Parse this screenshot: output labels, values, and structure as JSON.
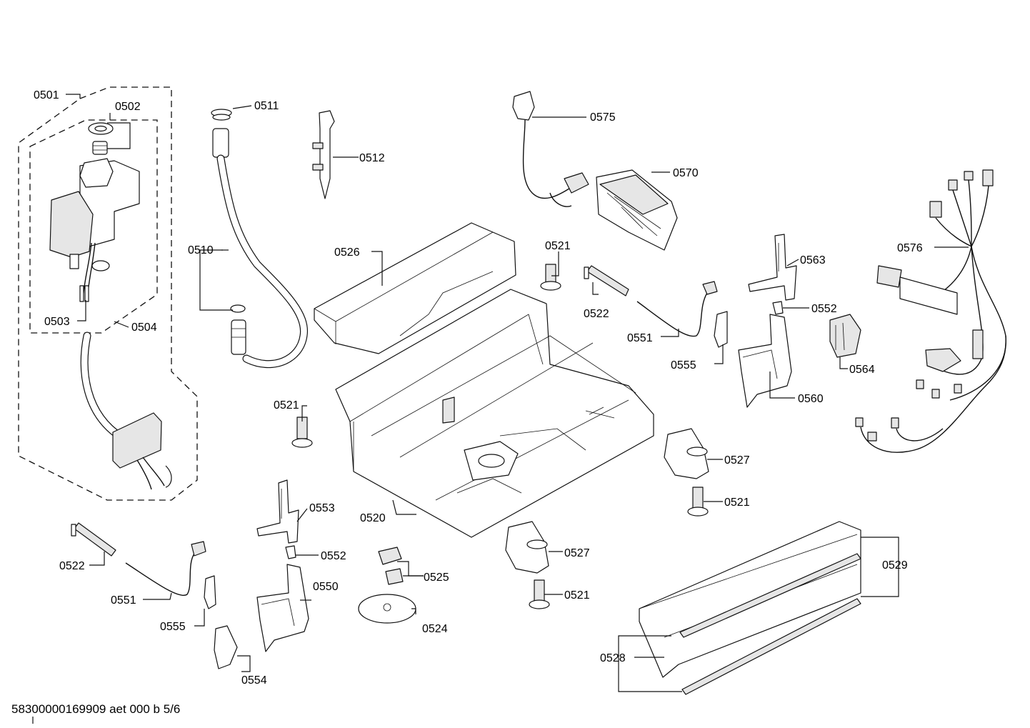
{
  "labels": {
    "p0501": "0501",
    "p0502": "0502",
    "p0503": "0503",
    "p0504": "0504",
    "p0510": "0510",
    "p0511": "0511",
    "p0512": "0512",
    "p0520": "0520",
    "p0521": "0521",
    "p0522": "0522",
    "p0524": "0524",
    "p0525": "0525",
    "p0526": "0526",
    "p0527": "0527",
    "p0528": "0528",
    "p0529": "0529",
    "p0550": "0550",
    "p0551": "0551",
    "p0552": "0552",
    "p0553": "0553",
    "p0554": "0554",
    "p0555": "0555",
    "p0560": "0560",
    "p0563": "0563",
    "p0564": "0564",
    "p0570": "0570",
    "p0575": "0575",
    "p0576": "0576"
  },
  "footer": {
    "code": "58300000169909 aet 000 b 5/6"
  }
}
